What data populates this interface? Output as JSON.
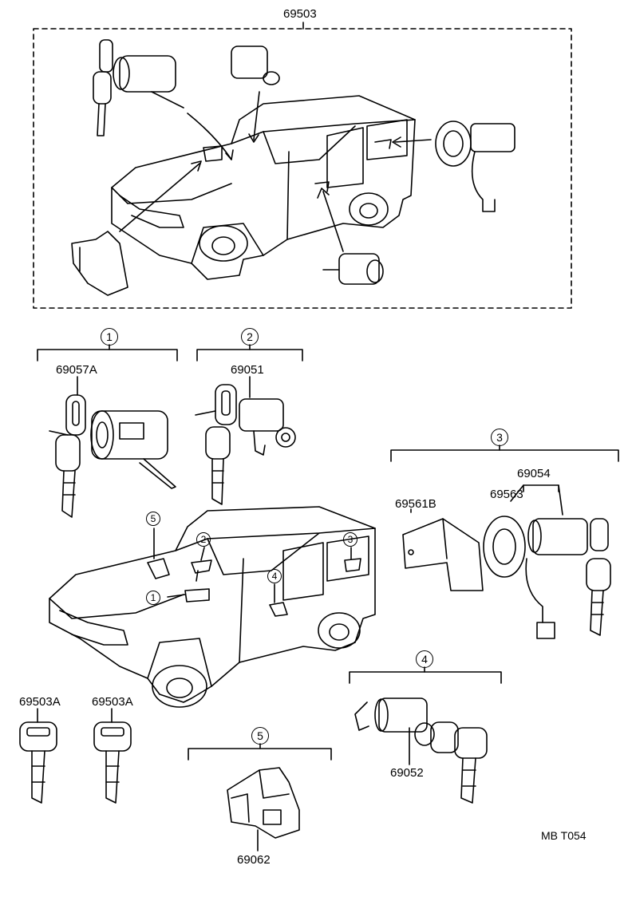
{
  "top_assembly": {
    "part_no": "69503"
  },
  "groups": [
    {
      "num": "1",
      "parts": [
        "69057A"
      ]
    },
    {
      "num": "2",
      "parts": [
        "69051"
      ]
    },
    {
      "num": "3",
      "parts": [
        "69054",
        "69563",
        "69561B"
      ]
    },
    {
      "num": "4",
      "parts": [
        "69052"
      ]
    },
    {
      "num": "5",
      "parts": [
        "69062"
      ]
    }
  ],
  "blank_keys": [
    "69503A",
    "69503A"
  ],
  "callouts": [
    "5",
    "2",
    "3",
    "4",
    "1"
  ],
  "figure_code": "MB T054"
}
